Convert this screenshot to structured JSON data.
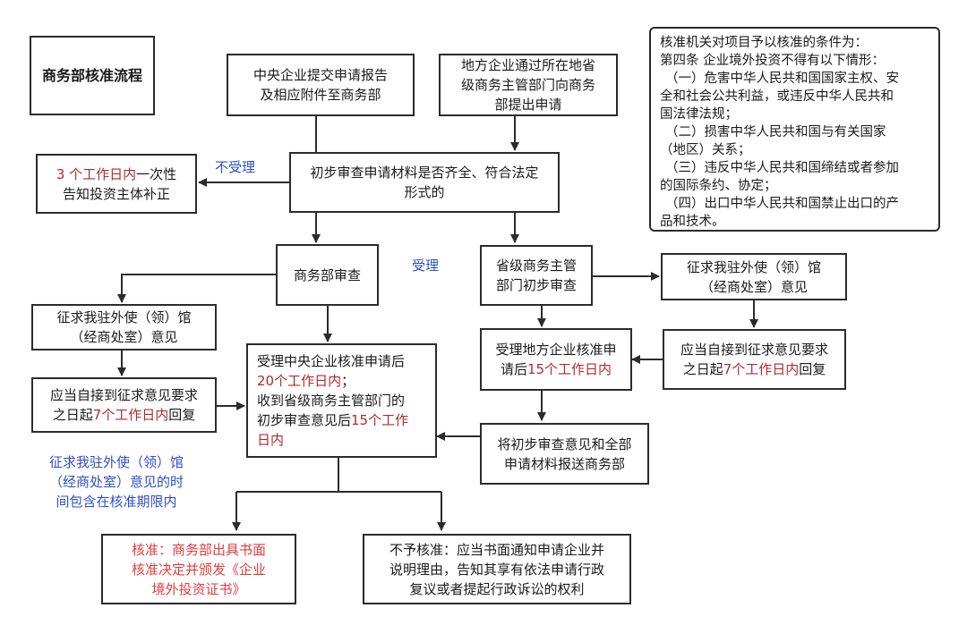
{
  "title": "商务部核准流程",
  "nodes": {
    "central_submit": [
      "中央企业提交申请报告",
      "及相应附件至商务部"
    ],
    "local_submit": [
      "地方企业通过所在地省",
      "级商务主管部门向商务",
      "部提出申请"
    ],
    "initial_review": [
      "初步审查申请材料是否齐全、符合法定",
      "形式的"
    ],
    "notify_supplement": {
      "prefix": "3 个工作日内",
      "rest": "一次性",
      "line2": "告知投资主体补正"
    },
    "mofcom_review": "商务部审查",
    "provincial_review": [
      "省级商务主管",
      "部门初步审查"
    ],
    "consult_embassy_left": [
      "征求我驻外使（领）馆",
      "（经商处室）意见"
    ],
    "consult_embassy_right": [
      "征求我驻外使（领）馆",
      "（经商处室）意见"
    ],
    "reply_left": {
      "line1": "应当自接到征求意见要求",
      "pre": "之日起",
      "red": "7个工作日内",
      "post": "回复"
    },
    "reply_right": {
      "line1": "应当自接到征求意见要求",
      "pre": "之日起",
      "red": "7个工作日内",
      "post": "回复"
    },
    "central_accept": {
      "line1": "受理中央企业核准申请后",
      "red1": "20个工作日内",
      "semi": "；",
      "line3": "收到省级商务主管部门的",
      "pre4": "初步审查意见后",
      "red4": "15个工作",
      "red5": "日内"
    },
    "local_accept": {
      "line1": "受理地方企业核准申",
      "pre": "请后",
      "red": "15个工作日内"
    },
    "forward_materials": [
      "将初步审查意见和全部",
      "申请材料报送商务部"
    ],
    "approve": [
      "核准：商务部出具书面",
      "核准决定并颁发《企业",
      "境外投资证书》"
    ],
    "reject": [
      "不予核准：应当书面通知申请企业并",
      "说明理由，告知其享有依法申请行政",
      "复议或者提起行政诉讼的权利"
    ]
  },
  "labels": {
    "not_accepted": "不受理",
    "accepted": "受理",
    "embassy_note": [
      "征求我驻外使（领）馆",
      "（经商处室）意见的时",
      "间包含在核准期限内"
    ]
  },
  "conditions_note": [
    "核准机关对项目予以核准的条件为：",
    "第四条  企业境外投资不得有以下情形：",
    "（一）危害中华人民共和国国家主权、安",
    "全和社会公共利益，或违反中华人民共和",
    "国法律法规；",
    "（二）损害中华人民共和国与有关国家",
    "（地区）关系；",
    "（三）违反中华人民共和国缔结或者参加",
    "的国际条约、协定；",
    "（四）出口中华人民共和国禁止出口的产",
    "品和技术。"
  ],
  "colors": {
    "border": "#2b2b2b",
    "deadline_red": "#b22a2a",
    "label_blue": "#2f50c8",
    "approve_red": "#e23b3b"
  }
}
